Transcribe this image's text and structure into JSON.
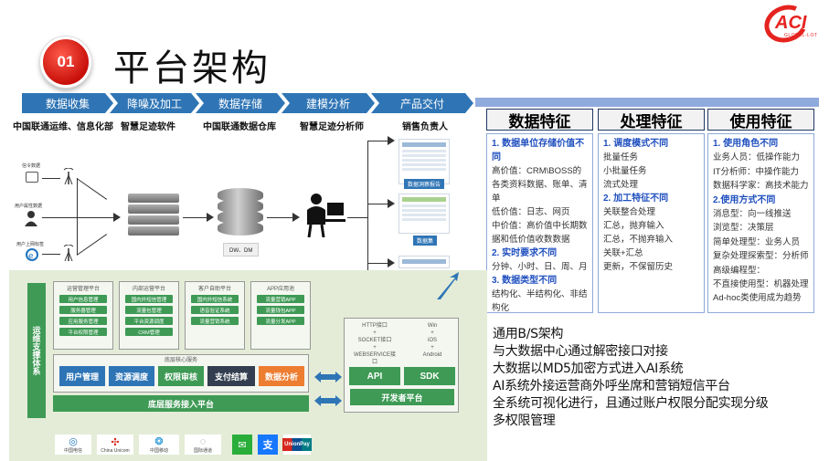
{
  "header": {
    "badge_number": "01",
    "title": "平台架构",
    "logo_text": "ACI",
    "logo_sub": "GLOBAL-LOT"
  },
  "process": {
    "steps": [
      {
        "label": "数据收集",
        "owner": "中国联通运维、信息化部"
      },
      {
        "label": "降噪及加工",
        "owner": "智慧足迹软件"
      },
      {
        "label": "数据存储",
        "owner": "中国联通数据仓库"
      },
      {
        "label": "建模分析",
        "owner": "智慧足迹分析师"
      },
      {
        "label": "产品交付",
        "owner": "销售负责人"
      }
    ]
  },
  "flow": {
    "sources": [
      "信令数据",
      "用户属性数据",
      "用户上网标签"
    ],
    "db_label": "DW、DM",
    "reports": [
      "数据洞察报告",
      "数据集"
    ]
  },
  "features": {
    "columns": [
      {
        "title": "数据特征",
        "lines": [
          {
            "text": "1. 数据单位存储价值不同",
            "head": true
          },
          {
            "text": "高价值：CRM\\BOSS的各类资料数据、账单、清单",
            "head": false
          },
          {
            "text": "低价值：日志、网页",
            "head": false
          },
          {
            "text": "中价值：高价值中长期数据和低价值收数数据",
            "head": false
          },
          {
            "text": "2. 实时要求不同",
            "head": true
          },
          {
            "text": "分钟、小时、日、周、月",
            "head": false
          },
          {
            "text": "3. 数据类型不同",
            "head": true
          },
          {
            "text": "结构化、半结构化、非结构化",
            "head": false
          }
        ]
      },
      {
        "title": "处理特征",
        "lines": [
          {
            "text": "1. 调度模式不同",
            "head": true
          },
          {
            "text": "批量任务",
            "head": false
          },
          {
            "text": "小批量任务",
            "head": false
          },
          {
            "text": "流式处理",
            "head": false
          },
          {
            "text": "2. 加工特征不同",
            "head": true
          },
          {
            "text": "关联整合处理",
            "head": false
          },
          {
            "text": "汇总，抛弃输入",
            "head": false
          },
          {
            "text": "汇总，不抛弃输入",
            "head": false
          },
          {
            "text": "关联+汇总",
            "head": false
          },
          {
            "text": "更新，不保留历史",
            "head": false
          }
        ]
      },
      {
        "title": "使用特征",
        "lines": [
          {
            "text": "1. 使用角色不同",
            "head": true
          },
          {
            "text": "业务人员：低操作能力",
            "head": false
          },
          {
            "text": "IT分析师：中操作能力",
            "head": false
          },
          {
            "text": "数据科学家：高技术能力",
            "head": false
          },
          {
            "text": "2.使用方式不同",
            "head": true
          },
          {
            "text": "消息型：向一线推送",
            "head": false
          },
          {
            "text": "浏览型：决策层",
            "head": false
          },
          {
            "text": "简单处理型：业务人员",
            "head": false
          },
          {
            "text": "复杂处理探索型：分析师",
            "head": false
          },
          {
            "text": "高级编程型：",
            "head": false
          },
          {
            "text": "不直接使用型：机器处理",
            "head": false
          },
          {
            "text": "Ad-hoc类使用成为趋势",
            "head": false
          }
        ]
      }
    ]
  },
  "architecture": {
    "ops_label": "运维支撑体系",
    "platforms": [
      {
        "title": "运营管理平台",
        "items": [
          "用户信息管理",
          "服务器管理",
          "应用服务管理",
          "平台权限管理"
        ]
      },
      {
        "title": "内部运营平台",
        "items": [
          "国内外短信管理",
          "流量包管理",
          "平台资源调度",
          "CRM管理"
        ]
      },
      {
        "title": "客户自助平台",
        "items": [
          "国内外短信系统",
          "语音验证系统",
          "流量营销系统"
        ]
      },
      {
        "title": "APP应用池",
        "items": [
          "流量营销APP",
          "流量钱包APP",
          "流量分发APP"
        ]
      }
    ],
    "core_title": "底层核心服务",
    "core_services": [
      "用户管理",
      "资源调度",
      "权限审核",
      "支付结算",
      "数据分析"
    ],
    "bottom_label": "底层服务接入平台",
    "protocols": [
      "HTTP接口",
      "SOCKET接口",
      "WEBSERVICE接口"
    ],
    "clients": [
      "Win",
      "iOS",
      "Android"
    ],
    "api_label": "API",
    "sdk_label": "SDK",
    "dev_label": "开发者平台",
    "partners": [
      "中国电信",
      "China Unicom",
      "中国移动",
      "国际通道",
      "微信",
      "支付宝",
      "UnionPay"
    ]
  },
  "notes": [
    "通用B/S架构",
    "与大数据中心通过解密接口对接",
    "大数据以MD5加密方式进入AI系统",
    "AI系统外接运营商外呼坐席和营销短信平台",
    "全系统可视化进行，且通过账户权限分配实现分级",
    "多权限管理"
  ],
  "colors": {
    "chevron": "#2f75b5",
    "accent_red": "#e5231f",
    "arch_green": "#3e9a55",
    "core_blue": "#2e75b6",
    "core_orange": "#ed7d31"
  }
}
